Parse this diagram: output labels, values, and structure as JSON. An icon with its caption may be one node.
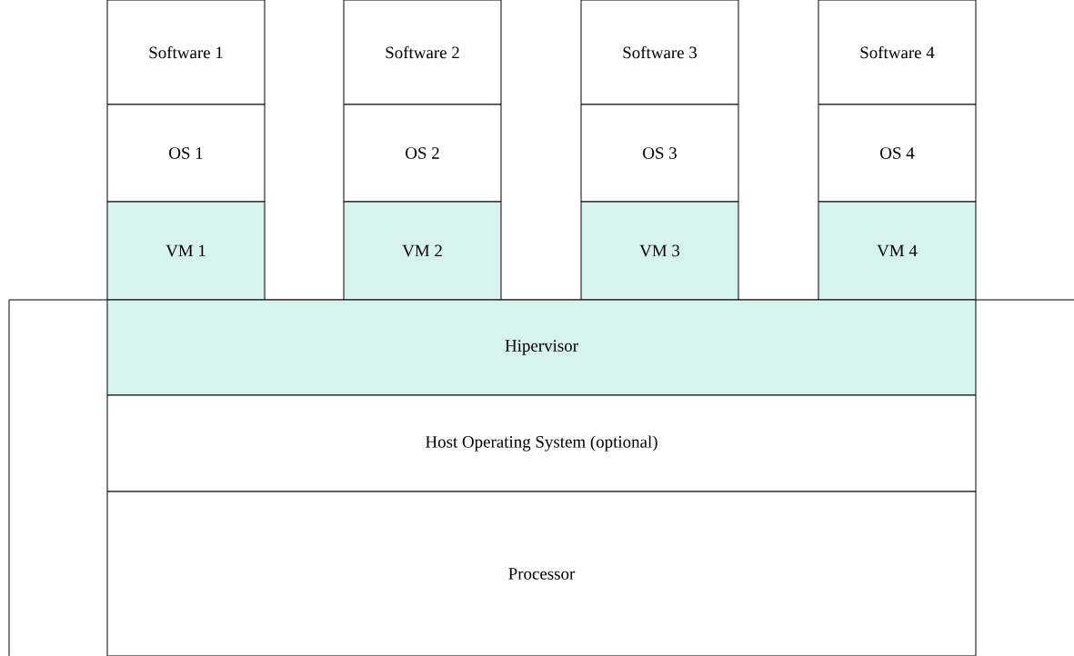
{
  "diagram": {
    "nodes": [
      {
        "text": [
          "Software 1"
        ]
      },
      {
        "text": [
          "Software 2"
        ]
      },
      {
        "text": [
          "Software 3"
        ]
      },
      {
        "text": [
          "Software 4"
        ]
      },
      {
        "text": [
          "OS 1"
        ]
      },
      {
        "text": [
          "OS 2"
        ]
      },
      {
        "text": [
          "OS 3"
        ]
      },
      {
        "text": [
          "OS 4"
        ]
      },
      {
        "text": [
          "VM 1"
        ]
      },
      {
        "text": [
          "VM 2"
        ]
      },
      {
        "text": [
          "VM 3"
        ]
      },
      {
        "text": [
          "VM 4"
        ]
      },
      {
        "text": [
          "Hipervisor"
        ]
      },
      {
        "text": [
          "Host Operating System (optional)"
        ]
      },
      {
        "text": [
          "Processor"
        ]
      }
    ]
  }
}
